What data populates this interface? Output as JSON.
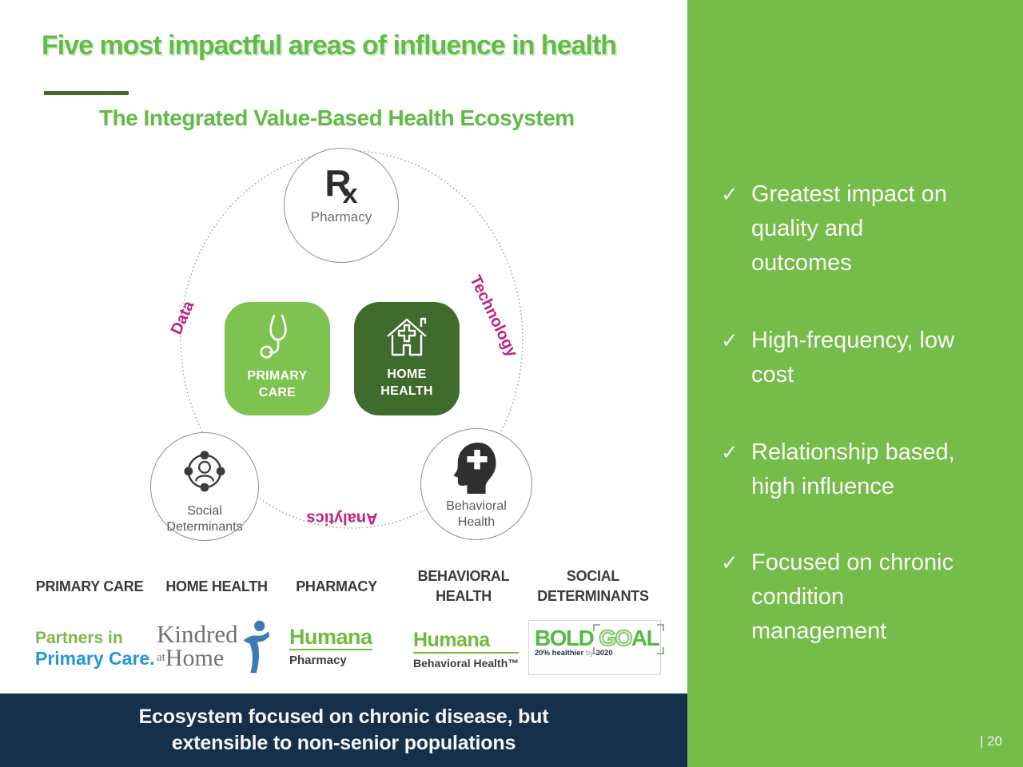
{
  "slide": {
    "title": "Five most impactful areas of influence in health",
    "subtitle": "The Integrated Value-Based Health Ecosystem",
    "page_number": "| 20",
    "footer_line1": "Ecosystem focused on chronic disease, but",
    "footer_line2": "extensible to non-senior populations"
  },
  "diagram": {
    "ring_labels": {
      "left": "Data",
      "right": "Technology",
      "bottom": "Analytics"
    },
    "pharmacy": {
      "icon_r": "R",
      "icon_x": "x",
      "label": "Pharmacy"
    },
    "primary_care": {
      "line1": "PRIMARY",
      "line2": "CARE"
    },
    "home_health": {
      "line1": "HOME",
      "line2": "HEALTH"
    },
    "social": {
      "line1": "Social",
      "line2": "Determinants"
    },
    "behavioral": {
      "line1": "Behavioral",
      "line2": "Health"
    }
  },
  "categories": [
    "PRIMARY CARE",
    "HOME HEALTH",
    "PHARMACY",
    "BEHAVIORAL HEALTH",
    "SOCIAL DETERMINANTS"
  ],
  "logos": {
    "partners": {
      "line1": "Partners in",
      "line2": "Primary Care."
    },
    "kindred": {
      "name": "Kindred",
      "at": "at",
      "home": "Home"
    },
    "humana_pharmacy": {
      "brand": "Humana",
      "division": "Pharmacy"
    },
    "humana_behavioral": {
      "brand": "Humana",
      "division": "Behavioral Health™"
    },
    "bold_goal": {
      "bold": "BOLD",
      "go": "GO",
      "al": "AL",
      "tagline_strong": "20% healthier",
      "tagline_by": " by ",
      "tagline_year": "2020"
    }
  },
  "checklist": {
    "glyph": "✓",
    "items": [
      {
        "lines": [
          "Greatest impact on",
          "quality and",
          "outcomes"
        ]
      },
      {
        "lines": [
          "High-frequency, low",
          "cost"
        ]
      },
      {
        "lines": [
          "Relationship based,",
          "high influence"
        ]
      },
      {
        "lines": [
          "Focused on chronic",
          "condition",
          "management"
        ]
      }
    ]
  },
  "colors": {
    "accent_green": "#62bb46",
    "panel_green": "#75bc4a",
    "light_square_green": "#7ec24f",
    "dark_square_green": "#3f6b2d",
    "underline_green": "#3e6b33",
    "navy": "#15304a",
    "magenta": "#c0217a"
  }
}
